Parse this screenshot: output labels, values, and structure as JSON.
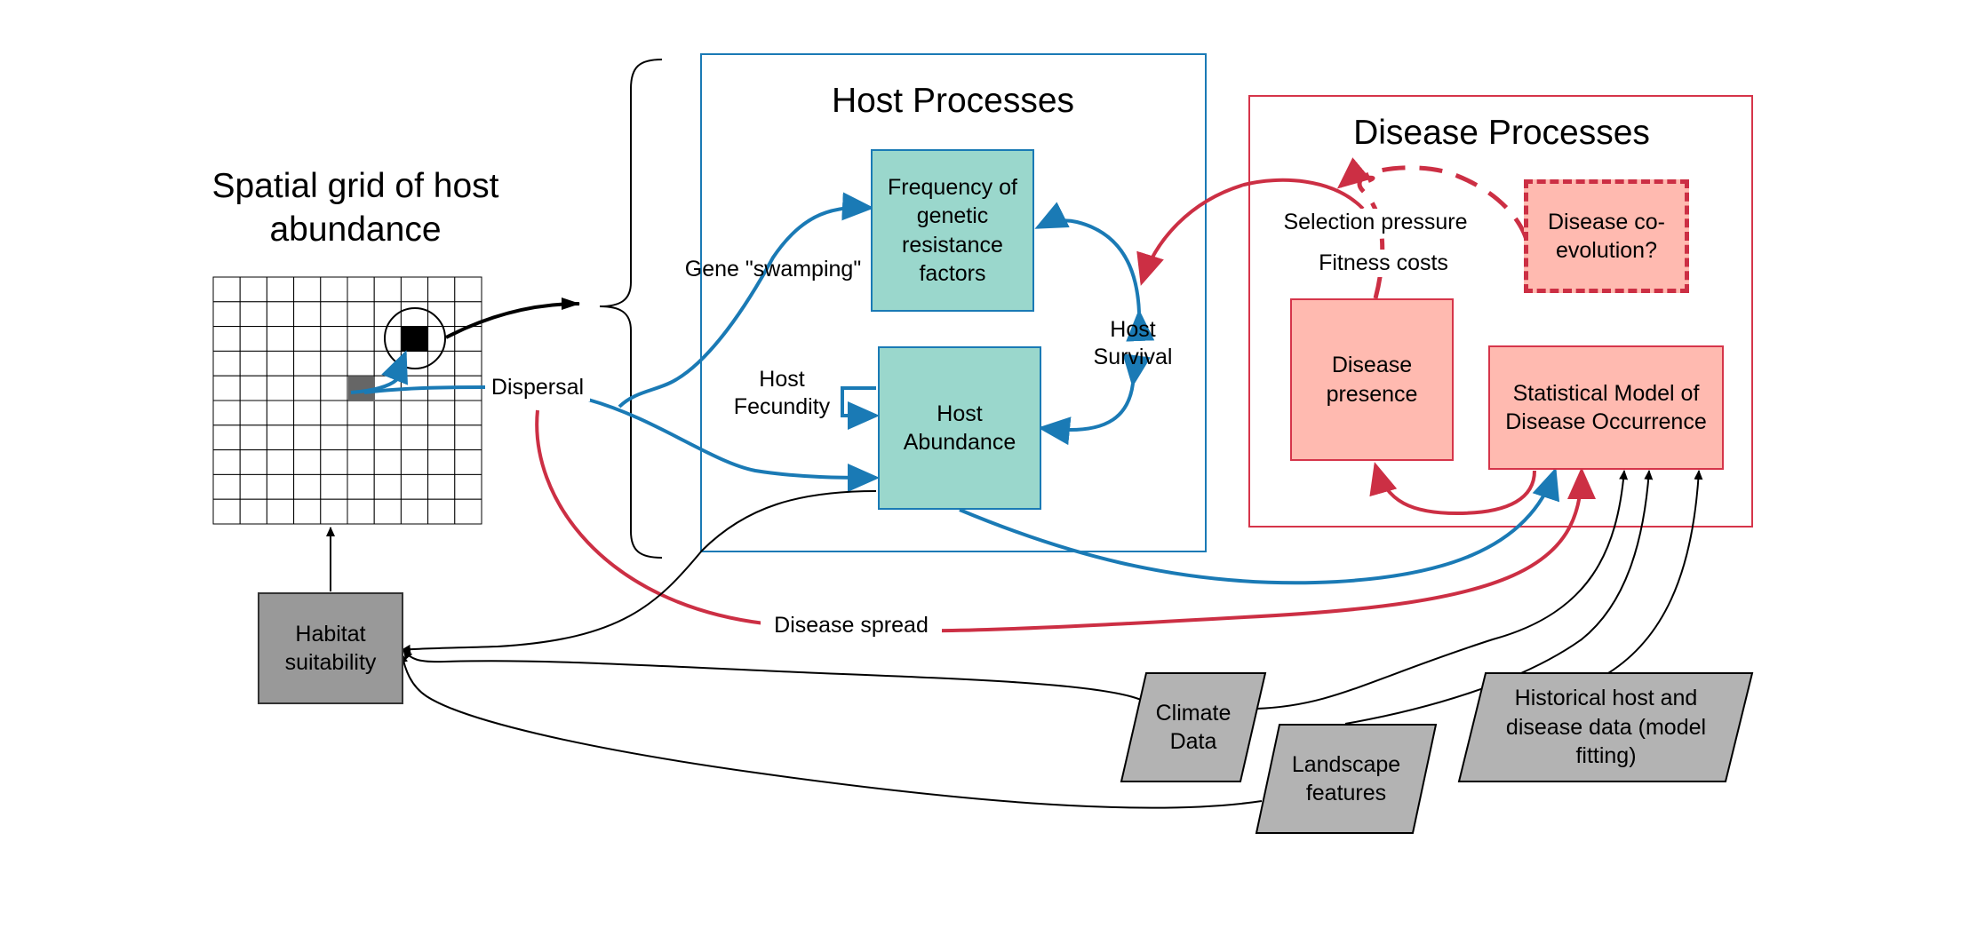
{
  "titles": {
    "spatial_grid": "Spatial grid of host abundance",
    "host_processes": "Host Processes",
    "disease_processes": "Disease Processes"
  },
  "nodes": {
    "frequency_resistance": "Frequency of genetic resistance factors",
    "host_abundance": "Host Abundance",
    "disease_presence": "Disease presence",
    "disease_coevolution": "Disease co-evolution?",
    "statistical_model": "Statistical Model of Disease Occurrence",
    "habitat_suitability": "Habitat suitability",
    "climate_data": "Climate Data",
    "landscape_features": "Landscape features",
    "historical_data": "Historical host and disease data (model fitting)"
  },
  "edge_labels": {
    "gene_swamping": "Gene \"swamping\"",
    "dispersal": "Dispersal",
    "host_fecundity": "Host Fecundity",
    "host_survival": "Host Survival",
    "selection_pressure": "Selection pressure",
    "fitness_costs": "Fitness costs",
    "disease_spread": "Disease spread"
  },
  "colors": {
    "blue": "#1a7ab5",
    "red": "#cc2f44",
    "teal_fill": "#9ad7cc",
    "pink_fill": "#ffbab0",
    "gray_fill": "#999999",
    "black": "#000000"
  }
}
